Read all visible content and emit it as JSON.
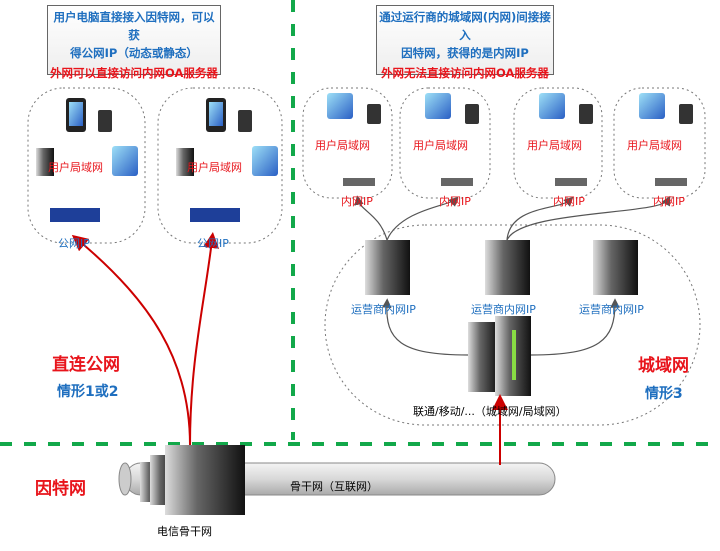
{
  "left_note": {
    "line1": "用户电脑直接接入因特网，可以获",
    "line2": "得公网IP（动态或静态）",
    "line3": "外网可以直接访问内网OA服务器"
  },
  "right_note": {
    "line1": "通过运行商的城域网(内网)间接接入",
    "line2": "因特网，获得的是内网IP",
    "line3": "外网无法直接访问内网OA服务器"
  },
  "left_lans": [
    {
      "lan": "用户局域网",
      "ip": "公网IP"
    },
    {
      "lan": "用户局域网",
      "ip": "公网IP"
    }
  ],
  "right_lans": [
    {
      "lan": "用户局域网",
      "ip": "内网IP"
    },
    {
      "lan": "用户局域网",
      "ip": "内网IP"
    },
    {
      "lan": "用户局域网",
      "ip": "内网IP"
    },
    {
      "lan": "用户局域网",
      "ip": "内网IP"
    }
  ],
  "isp_servers": [
    "运营商内网IP",
    "运营商内网IP",
    "运营商内网IP"
  ],
  "core_label": "联通/移动/...（城域网/局域网）",
  "left_title": "直连公网",
  "left_sub": "情形1或2",
  "right_title": "城域网",
  "right_sub": "情形3",
  "internet_label": "因特网",
  "backbone_label": "骨干网（互联网）",
  "telecom_label": "电信骨干网",
  "colors": {
    "red": "#e8141b",
    "blue": "#1f6fbf",
    "green_divider": "#12a84a"
  }
}
